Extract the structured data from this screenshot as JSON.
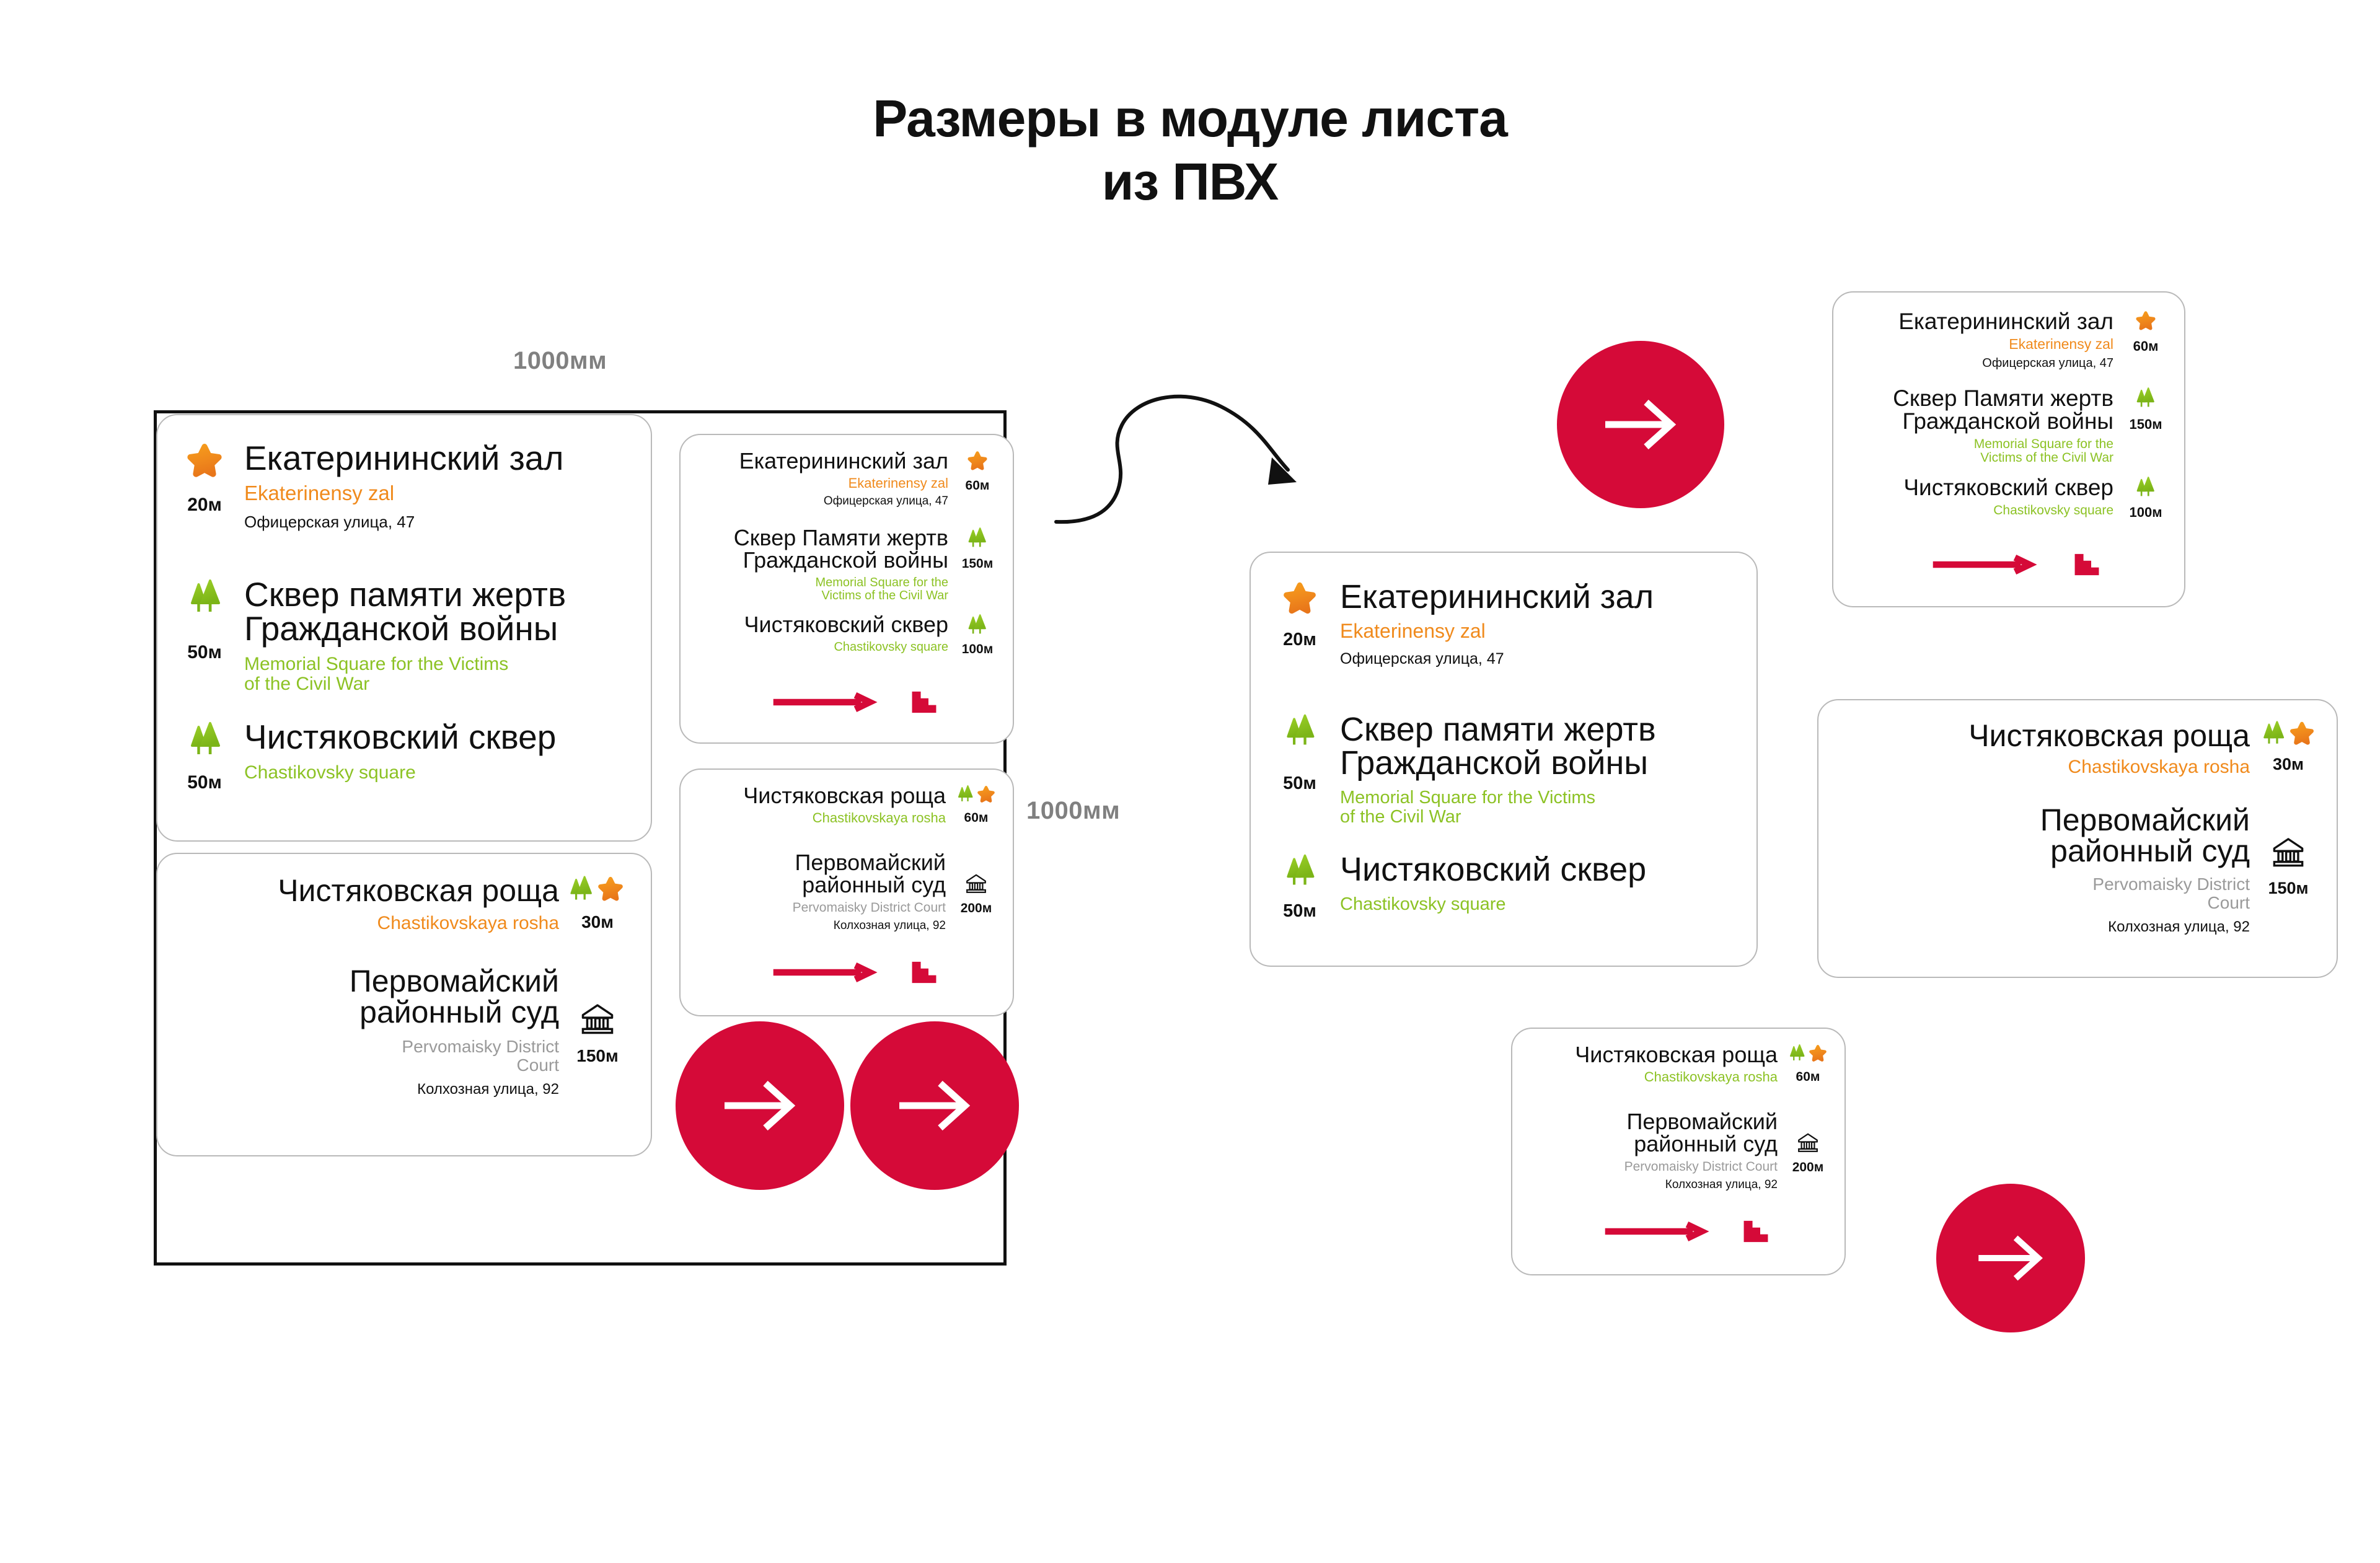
{
  "title": {
    "line1": "Размеры в модуле листа",
    "line2": "из ПВХ"
  },
  "colors": {
    "orange": "#f08a1c",
    "green": "#8cc224",
    "gray": "#9a9a9a",
    "red": "#d50a38",
    "frame": "#111111",
    "panel_border": "#b9b9b9"
  },
  "dimensions": {
    "width_label": "1000мм",
    "height_label": "1000мм"
  },
  "entries": {
    "ekaterinensky": {
      "ru": "Екатерининский зал",
      "ru_caps": "Екатерининский зал",
      "en": "Ekaterinensy zal",
      "addr": "Офицерская улица, 47",
      "icon": "star-icon"
    },
    "memorial": {
      "ru_line1": "Сквер памяти жертв",
      "ru_line2": "Гражданской войны",
      "ru_alt_line1": "Сквер Памяти жертв",
      "ru_alt_line2": "Гражданской войны",
      "en_line1": "Memorial Square for the Victims",
      "en_line2": "of the Civil War",
      "en_alt_line1": "Memorial Square for the",
      "en_alt_line2": "Victims of the Civil War",
      "icon": "trees-icon"
    },
    "chistyakovsky": {
      "ru": "Чистяковский сквер",
      "en": "Chastikovsky square",
      "icon": "trees-icon"
    },
    "roscha": {
      "ru": "Чистяковская роща",
      "en": "Chastikovskaya rosha",
      "icon": "trees-star-icon"
    },
    "court": {
      "ru_line1": "Первомайский",
      "ru_line2": "районный суд",
      "en_line1": "Pervomaisky District",
      "en_line2": "Court",
      "en_single": "Pervomaisky District Court",
      "addr": "Колхозная улица, 92",
      "icon": "courthouse-icon"
    }
  },
  "panels": {
    "big_left_top": {
      "name": "panel-large-left-top",
      "rows": [
        {
          "meters": "20м"
        },
        {
          "meters": "50м"
        },
        {
          "meters": "50м"
        }
      ]
    },
    "big_left_bottom": {
      "name": "panel-large-left-bottom",
      "rows": [
        {
          "meters": "30м"
        },
        {
          "meters": "150м"
        }
      ]
    },
    "small_left_top": {
      "name": "panel-small-left-top",
      "rows": [
        {
          "meters": "60м"
        },
        {
          "meters": "150м"
        },
        {
          "meters": "100м"
        }
      ]
    },
    "small_left_bottom": {
      "name": "panel-small-left-bottom",
      "rows": [
        {
          "meters": "60м"
        },
        {
          "meters": "200м"
        }
      ]
    },
    "center_big": {
      "name": "panel-center-large",
      "rows": [
        {
          "meters": "20м"
        },
        {
          "meters": "50м"
        },
        {
          "meters": "50м"
        }
      ]
    },
    "right_top": {
      "name": "panel-right-top",
      "rows": [
        {
          "meters": "60м"
        },
        {
          "meters": "150м"
        },
        {
          "meters": "100м"
        }
      ]
    },
    "right_mid": {
      "name": "panel-right-middle",
      "rows": [
        {
          "meters": "30м"
        },
        {
          "meters": "150м"
        }
      ]
    },
    "right_bottom": {
      "name": "panel-right-bottom",
      "rows": [
        {
          "meters": "60м"
        },
        {
          "meters": "200м"
        }
      ]
    }
  },
  "buttons": {
    "arrow_right_label": "→"
  }
}
